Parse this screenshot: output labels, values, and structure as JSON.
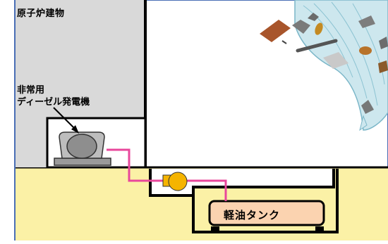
{
  "labels": {
    "building": "原子炉建物",
    "generator_line1": "非常用",
    "generator_line2": "ディーゼル発電機",
    "tank": "軽油タンク"
  },
  "colors": {
    "ground": "#fbf1a6",
    "building_wall": "#d9d9d9",
    "pipe": "#e8479b",
    "pump": "#f5b400",
    "tank_fill": "#fbd3b0",
    "wave": "#cde7ee",
    "border": "#4a6fb5"
  },
  "icons": [
    "generator-icon",
    "pump-icon",
    "debris-icon",
    "tsunami-wave-icon"
  ]
}
